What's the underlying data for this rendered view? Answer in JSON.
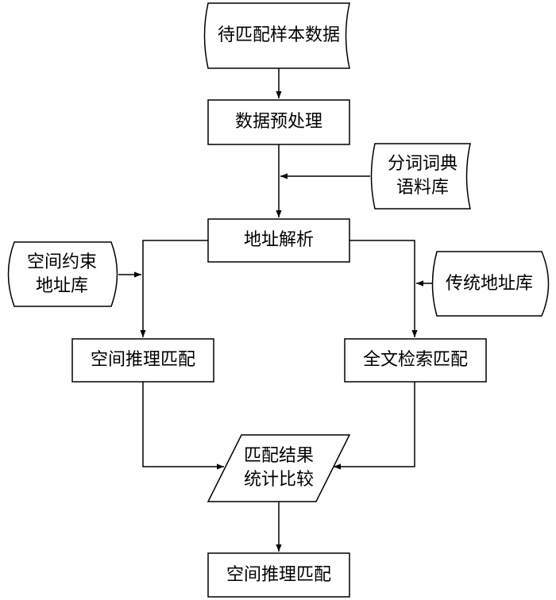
{
  "nodes": {
    "sample_data": {
      "text": "待匹配样本数据"
    },
    "preprocess": {
      "text": "数据预处理"
    },
    "dictionary_corpus": {
      "line1": "分词词典",
      "line2": "语料库"
    },
    "address_parse": {
      "text": "地址解析"
    },
    "spatial_constraint_db": {
      "line1": "空间约束",
      "line2": "地址库"
    },
    "traditional_db": {
      "text": "传统地址库"
    },
    "spatial_match": {
      "text": "空间推理匹配"
    },
    "fulltext_match": {
      "text": "全文检索匹配"
    },
    "result_stats": {
      "line1": "匹配结果",
      "line2": "统计比较"
    },
    "final_output": {
      "text": "空间推理匹配"
    }
  },
  "colors": {
    "stroke": "#000000",
    "fill": "#ffffff"
  }
}
